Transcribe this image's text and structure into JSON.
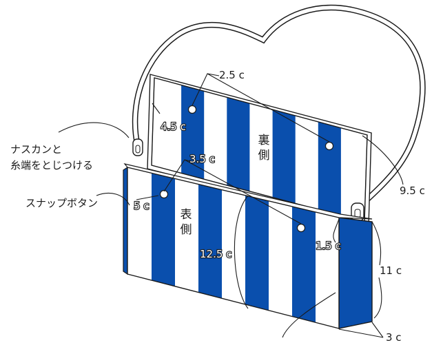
{
  "colors": {
    "stripe_blue": "#0a4fad",
    "outline": "#1a1a1a",
    "background": "#ffffff"
  },
  "labels": {
    "strap_note_line1": "ナスカンと",
    "strap_note_line2": "糸端をとじつける",
    "snap_button": "スナップボタン",
    "back_side_chars": [
      "裏",
      "側"
    ],
    "front_side_chars": [
      "表",
      "側"
    ],
    "dim_snap_pair": "2.5 c",
    "dim_back_drop": "4.5 c",
    "dim_front_pair": "3.5 c",
    "dim_front_drop": "5 c",
    "dim_strap_gap": "9.5 c",
    "dim_width": "12.5 c",
    "dim_front_snap": "1.5 c",
    "dim_height": "11 c",
    "dim_depth": "3 c"
  }
}
